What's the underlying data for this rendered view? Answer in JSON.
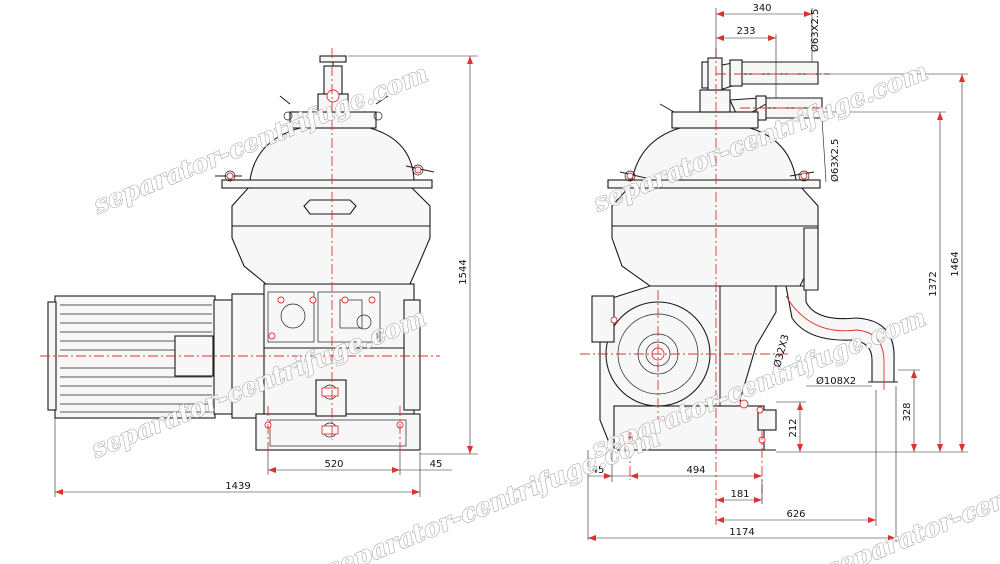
{
  "watermark": "separator-centrifuge.com",
  "front_view": {
    "height_total": "1544",
    "foot_span": "520",
    "foot_offset": "45",
    "overall_length": "1439"
  },
  "side_view": {
    "outlet_upper_distance": "340",
    "outlet_lower_distance": "233",
    "outlet_upper_pipe": "Ø63X2.5",
    "outlet_lower_pipe": "Ø63X2.5",
    "inlet_pipe": "Ø108X2",
    "drain_pipe": "Ø32X3",
    "height_1464": "1464",
    "height_1372": "1372",
    "inlet_height": "328",
    "drain_height": "212",
    "foot_offset": "45",
    "foot_span": "494",
    "drain_x": "181",
    "inlet_x": "626",
    "overall_width": "1174"
  },
  "colors": {
    "centerline": "#e03030",
    "outline": "#1a1a1a",
    "watermark_outline": "#9a9a9a"
  }
}
